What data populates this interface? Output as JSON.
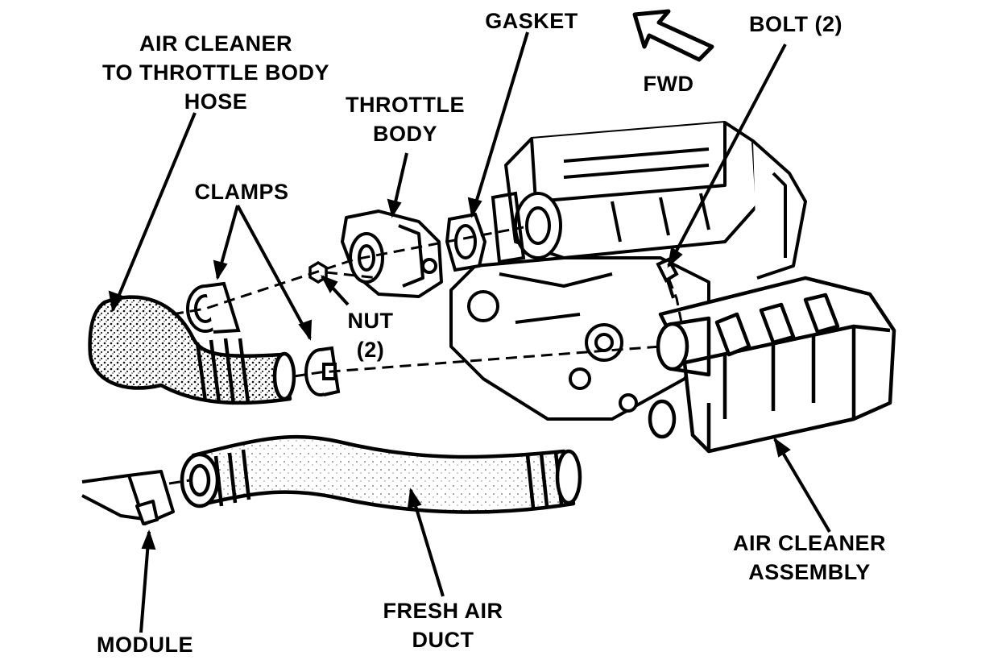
{
  "diagram": {
    "labels": {
      "air_cleaner_hose": [
        "AIR CLEANER",
        "TO THROTTLE BODY",
        "HOSE"
      ],
      "throttle_body": [
        "THROTTLE",
        "BODY"
      ],
      "gasket": [
        "GASKET"
      ],
      "fwd": [
        "FWD"
      ],
      "bolt": [
        "BOLT (2)"
      ],
      "clamps": [
        "CLAMPS"
      ],
      "nut": [
        "NUT",
        "(2)"
      ],
      "air_cleaner_assembly": [
        "AIR CLEANER",
        "ASSEMBLY"
      ],
      "fresh_air_duct": [
        "FRESH AIR",
        "DUCT"
      ],
      "module": [
        "MODULE"
      ]
    },
    "colors": {
      "ink": "#000000",
      "paper": "#ffffff",
      "shade": "#9a9a9a"
    }
  }
}
